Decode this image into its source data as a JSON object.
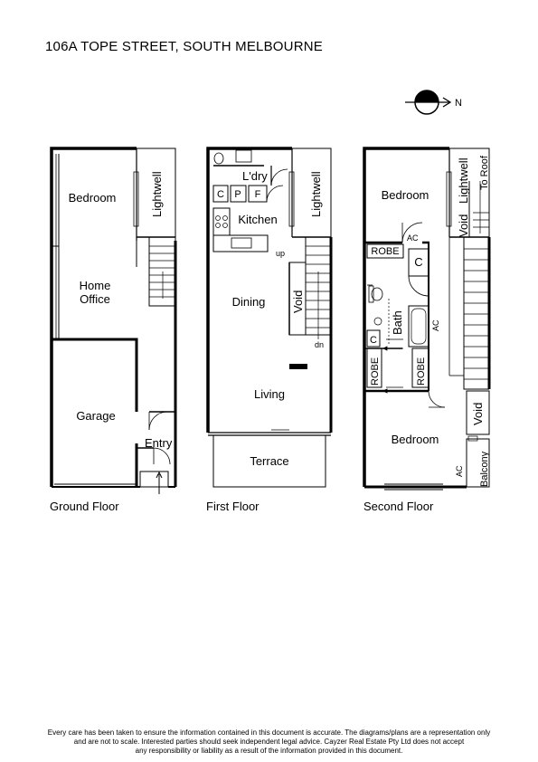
{
  "address": "106A TOPE STREET, SOUTH MELBOURNE",
  "compass": {
    "label": "N"
  },
  "floors": {
    "ground": {
      "name": "Ground Floor",
      "rooms": {
        "bedroom": "Bedroom",
        "lightwell": "Lightwell",
        "home_office_1": "Home",
        "home_office_2": "Office",
        "garage": "Garage",
        "entry": "Entry"
      }
    },
    "first": {
      "name": "First Floor",
      "rooms": {
        "laundry": "L'dry",
        "c": "C",
        "p": "P",
        "f": "F",
        "kitchen": "Kitchen",
        "lightwell": "Lightwell",
        "up": "up",
        "dining": "Dining",
        "void": "Void",
        "dn": "dn",
        "living": "Living",
        "terrace": "Terrace"
      }
    },
    "second": {
      "name": "Second Floor",
      "rooms": {
        "bedroom_top": "Bedroom",
        "lightwell": "Lightwell",
        "void_top": "Void",
        "to_roof": "To Roof",
        "ac_top": "AC",
        "robe_top": "ROBE",
        "c_top": "C",
        "bath": "Bath",
        "ac_mid": "AC",
        "c_left": "C",
        "robe_left": "ROBE",
        "robe_mid": "ROBE",
        "void_right": "Void",
        "bedroom_bottom": "Bedroom",
        "balcony": "Balcony",
        "ac_bottom": "AC"
      }
    }
  },
  "disclaimer": [
    "Every care has been taken to ensure the information contained in this document is accurate. The diagrams/plans are a representation only",
    "and are not to scale. Interested parties should seek independent legal advice. Cayzer Real Estate Pty Ltd does not accept",
    "any responsibility or liability as a result of the information provided in this document."
  ]
}
